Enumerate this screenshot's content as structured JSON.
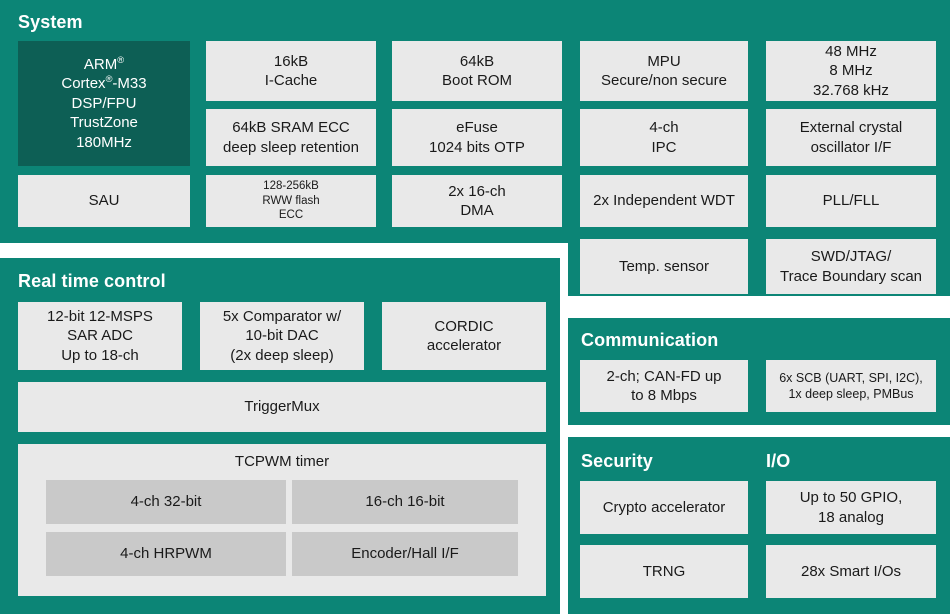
{
  "theme": {
    "panel_teal": "#0c8576",
    "cpu_dark_teal": "#0d5f55",
    "block_grey": "#e9e9e9",
    "inner_block_grey": "#c9c9c9",
    "text_dark": "#1a1a1a",
    "text_light": "#ffffff",
    "page_background": "#ffffff"
  },
  "panels": {
    "system": {
      "title": "System",
      "blocks": {
        "cpu": "ARM®\nCortex®-M33\nDSP/FPU\nTrustZone\n180MHz",
        "icache": "16kB\nI-Cache",
        "sram": "64kB SRAM ECC\ndeep sleep retention",
        "bootrom": "64kB\nBoot ROM",
        "efuse": "eFuse\n1024 bits OTP",
        "mpu": "MPU\nSecure/non secure",
        "ipc": "4-ch\nIPC",
        "clocks": "48 MHz\n8 MHz\n32.768 kHz",
        "xtal": "External crystal\noscillator I/F",
        "sau": "SAU",
        "flash": "128-256kB\nRWW flash\nECC",
        "dma": "2x 16-ch\nDMA",
        "wdt": "2x Independent WDT",
        "pll": "PLL/FLL",
        "temp": "Temp. sensor",
        "swd": "SWD/JTAG/\nTrace Boundary scan"
      }
    },
    "real_time_control": {
      "title": "Real time control",
      "blocks": {
        "adc": "12-bit 12-MSPS\nSAR ADC\nUp to 18-ch",
        "comparator": "5x Comparator w/\n10-bit DAC\n(2x deep sleep)",
        "cordic": "CORDIC\naccelerator",
        "triggermux": "TriggerMux",
        "tcpwm_label": "TCPWM timer",
        "tcpwm_items": [
          "4-ch 32-bit",
          "16-ch 16-bit",
          "4-ch HRPWM",
          "Encoder/Hall I/F"
        ]
      }
    },
    "communication": {
      "title": "Communication",
      "blocks": {
        "can": "2-ch; CAN-FD up\nto 8 Mbps",
        "scb": "6x SCB (UART, SPI, I2C),\n1x deep sleep, PMBus"
      }
    },
    "security": {
      "title": "Security",
      "blocks": {
        "crypto": "Crypto accelerator",
        "trng": "TRNG"
      }
    },
    "io": {
      "title": "I/O",
      "blocks": {
        "gpio": "Up to 50 GPIO,\n18 analog",
        "smart_io": "28x Smart I/Os"
      }
    }
  }
}
